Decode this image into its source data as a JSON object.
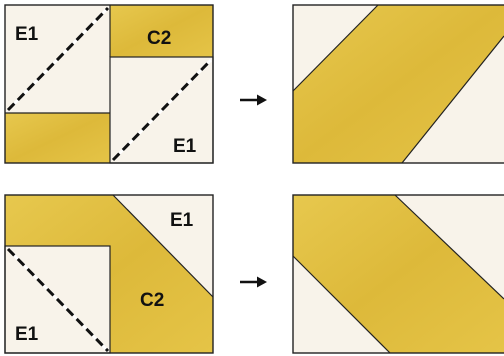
{
  "colors": {
    "cream": "#f8f3ea",
    "gold": "#e4c245",
    "gold_dark": "#d6ae2c",
    "outline": "#222222",
    "dash_black": "#111111",
    "dash_white": "#ffffff"
  },
  "rows": [
    {
      "left_block": {
        "labels": {
          "e1_top": "E1",
          "c2": "C2",
          "e1_bottom": "E1"
        }
      },
      "arrow": "arrow-right-icon",
      "result_block": {
        "description": "gold diagonal band rising to the right"
      }
    },
    {
      "left_block": {
        "labels": {
          "e1_top": "E1",
          "c2": "C2",
          "e1_bottom": "E1"
        }
      },
      "arrow": "arrow-right-icon",
      "result_block": {
        "description": "gold diagonal band falling to the right"
      }
    }
  ]
}
